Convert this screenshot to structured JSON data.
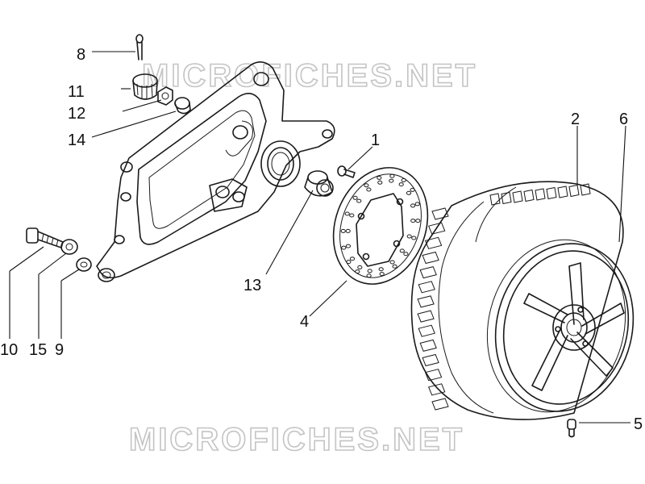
{
  "watermarks": [
    "MICROFICHES.NET",
    "MICROFICHES.NET"
  ],
  "callouts": [
    {
      "id": "8",
      "label": "8"
    },
    {
      "id": "11",
      "label": "11"
    },
    {
      "id": "12",
      "label": "12"
    },
    {
      "id": "14",
      "label": "14"
    },
    {
      "id": "1",
      "label": "1"
    },
    {
      "id": "2",
      "label": "2"
    },
    {
      "id": "6",
      "label": "6"
    },
    {
      "id": "13",
      "label": "13"
    },
    {
      "id": "4",
      "label": "4"
    },
    {
      "id": "10",
      "label": "10"
    },
    {
      "id": "15",
      "label": "15"
    },
    {
      "id": "9",
      "label": "9"
    },
    {
      "id": "5",
      "label": "5"
    }
  ]
}
